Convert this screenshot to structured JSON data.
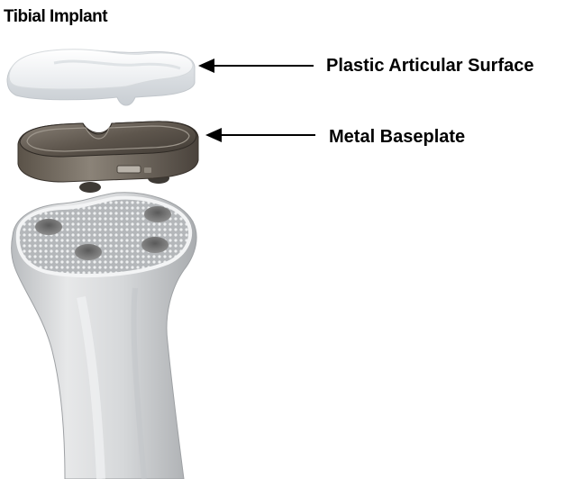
{
  "title": "Tibial Implant",
  "labels": {
    "plastic": "Plastic Articular Surface",
    "metal": "Metal Baseplate"
  },
  "colors": {
    "background": "#ffffff",
    "text": "#000000",
    "plastic": "#eceff1",
    "metal": "#6b6258",
    "bone": "#cfd1d3",
    "cut_surface": "#9a9ea2"
  }
}
